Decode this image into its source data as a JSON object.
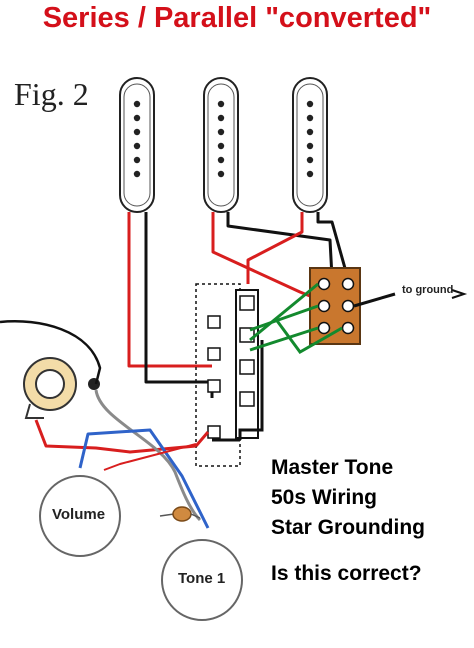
{
  "title": "Series / Parallel \"converted\"",
  "figure_label": "Fig. 2",
  "notes": [
    "Master Tone",
    "50s Wiring",
    "Star Grounding"
  ],
  "question": "Is this correct?",
  "pots": {
    "volume": "Volume",
    "tone": "Tone 1"
  },
  "ground_label": "to ground",
  "colors": {
    "title": "#d4101a",
    "wire_red": "#d81e1e",
    "wire_black": "#111111",
    "wire_green": "#138a2e",
    "wire_blue": "#2f63c9",
    "wire_gray": "#8a8a8a",
    "terminal_board": "#c9772e"
  }
}
